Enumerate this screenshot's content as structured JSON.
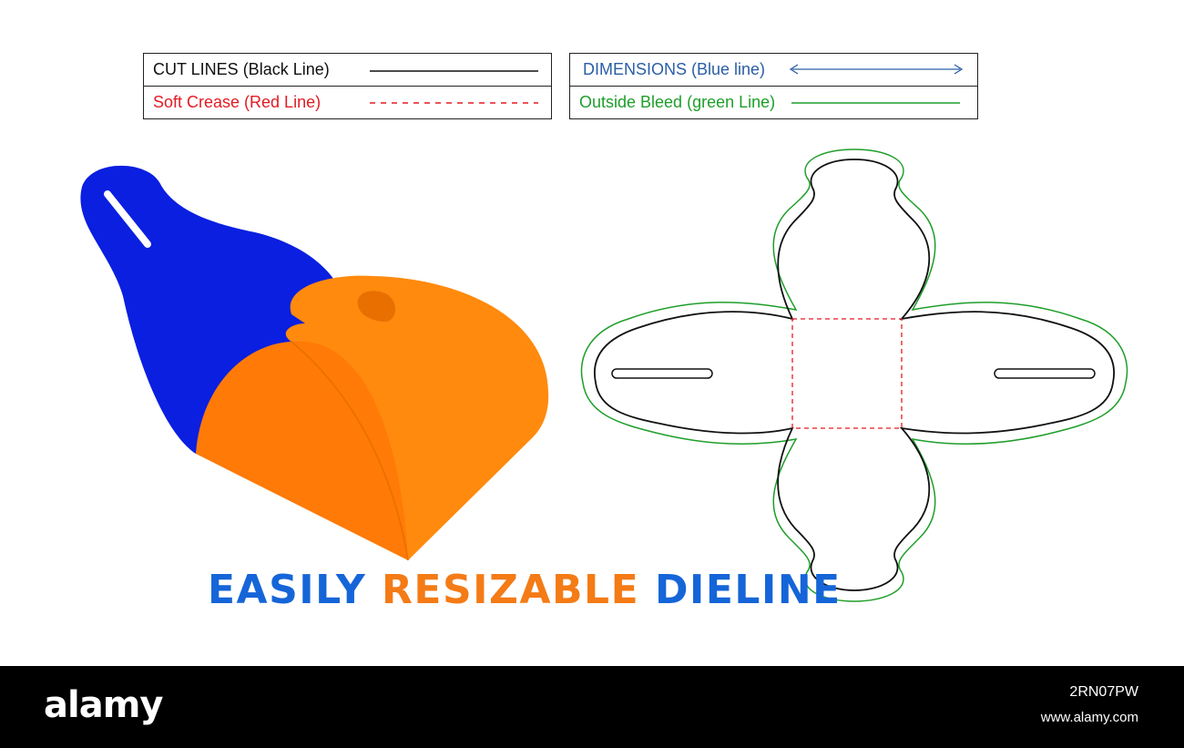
{
  "legend": {
    "left": [
      {
        "label": "CUT LINES (Black Line)",
        "color": "#111111",
        "style": "solid"
      },
      {
        "label": "Soft Crease (Red Line)",
        "color": "#e31b23",
        "style": "dashed"
      }
    ],
    "right": [
      {
        "label": "DIMENSIONS (Blue line)",
        "color": "#2b5ea7",
        "style": "arrow"
      },
      {
        "label": "Outside Bleed (green Line)",
        "color": "#1e9e2a",
        "style": "solid"
      }
    ]
  },
  "headline": {
    "part1": "EASILY ",
    "part2": "RESIZABLE ",
    "part3": "DIELINE",
    "color_blue": "#1565d8",
    "color_orange": "#f47b16"
  },
  "illustration": {
    "flap_color": "#0a1fe0",
    "lid_color": "#ff8a0d",
    "body_color": "#ff7a06"
  },
  "footer": {
    "brand": "alamy",
    "image_code": "2RN07PW",
    "site": "www.alamy.com"
  }
}
